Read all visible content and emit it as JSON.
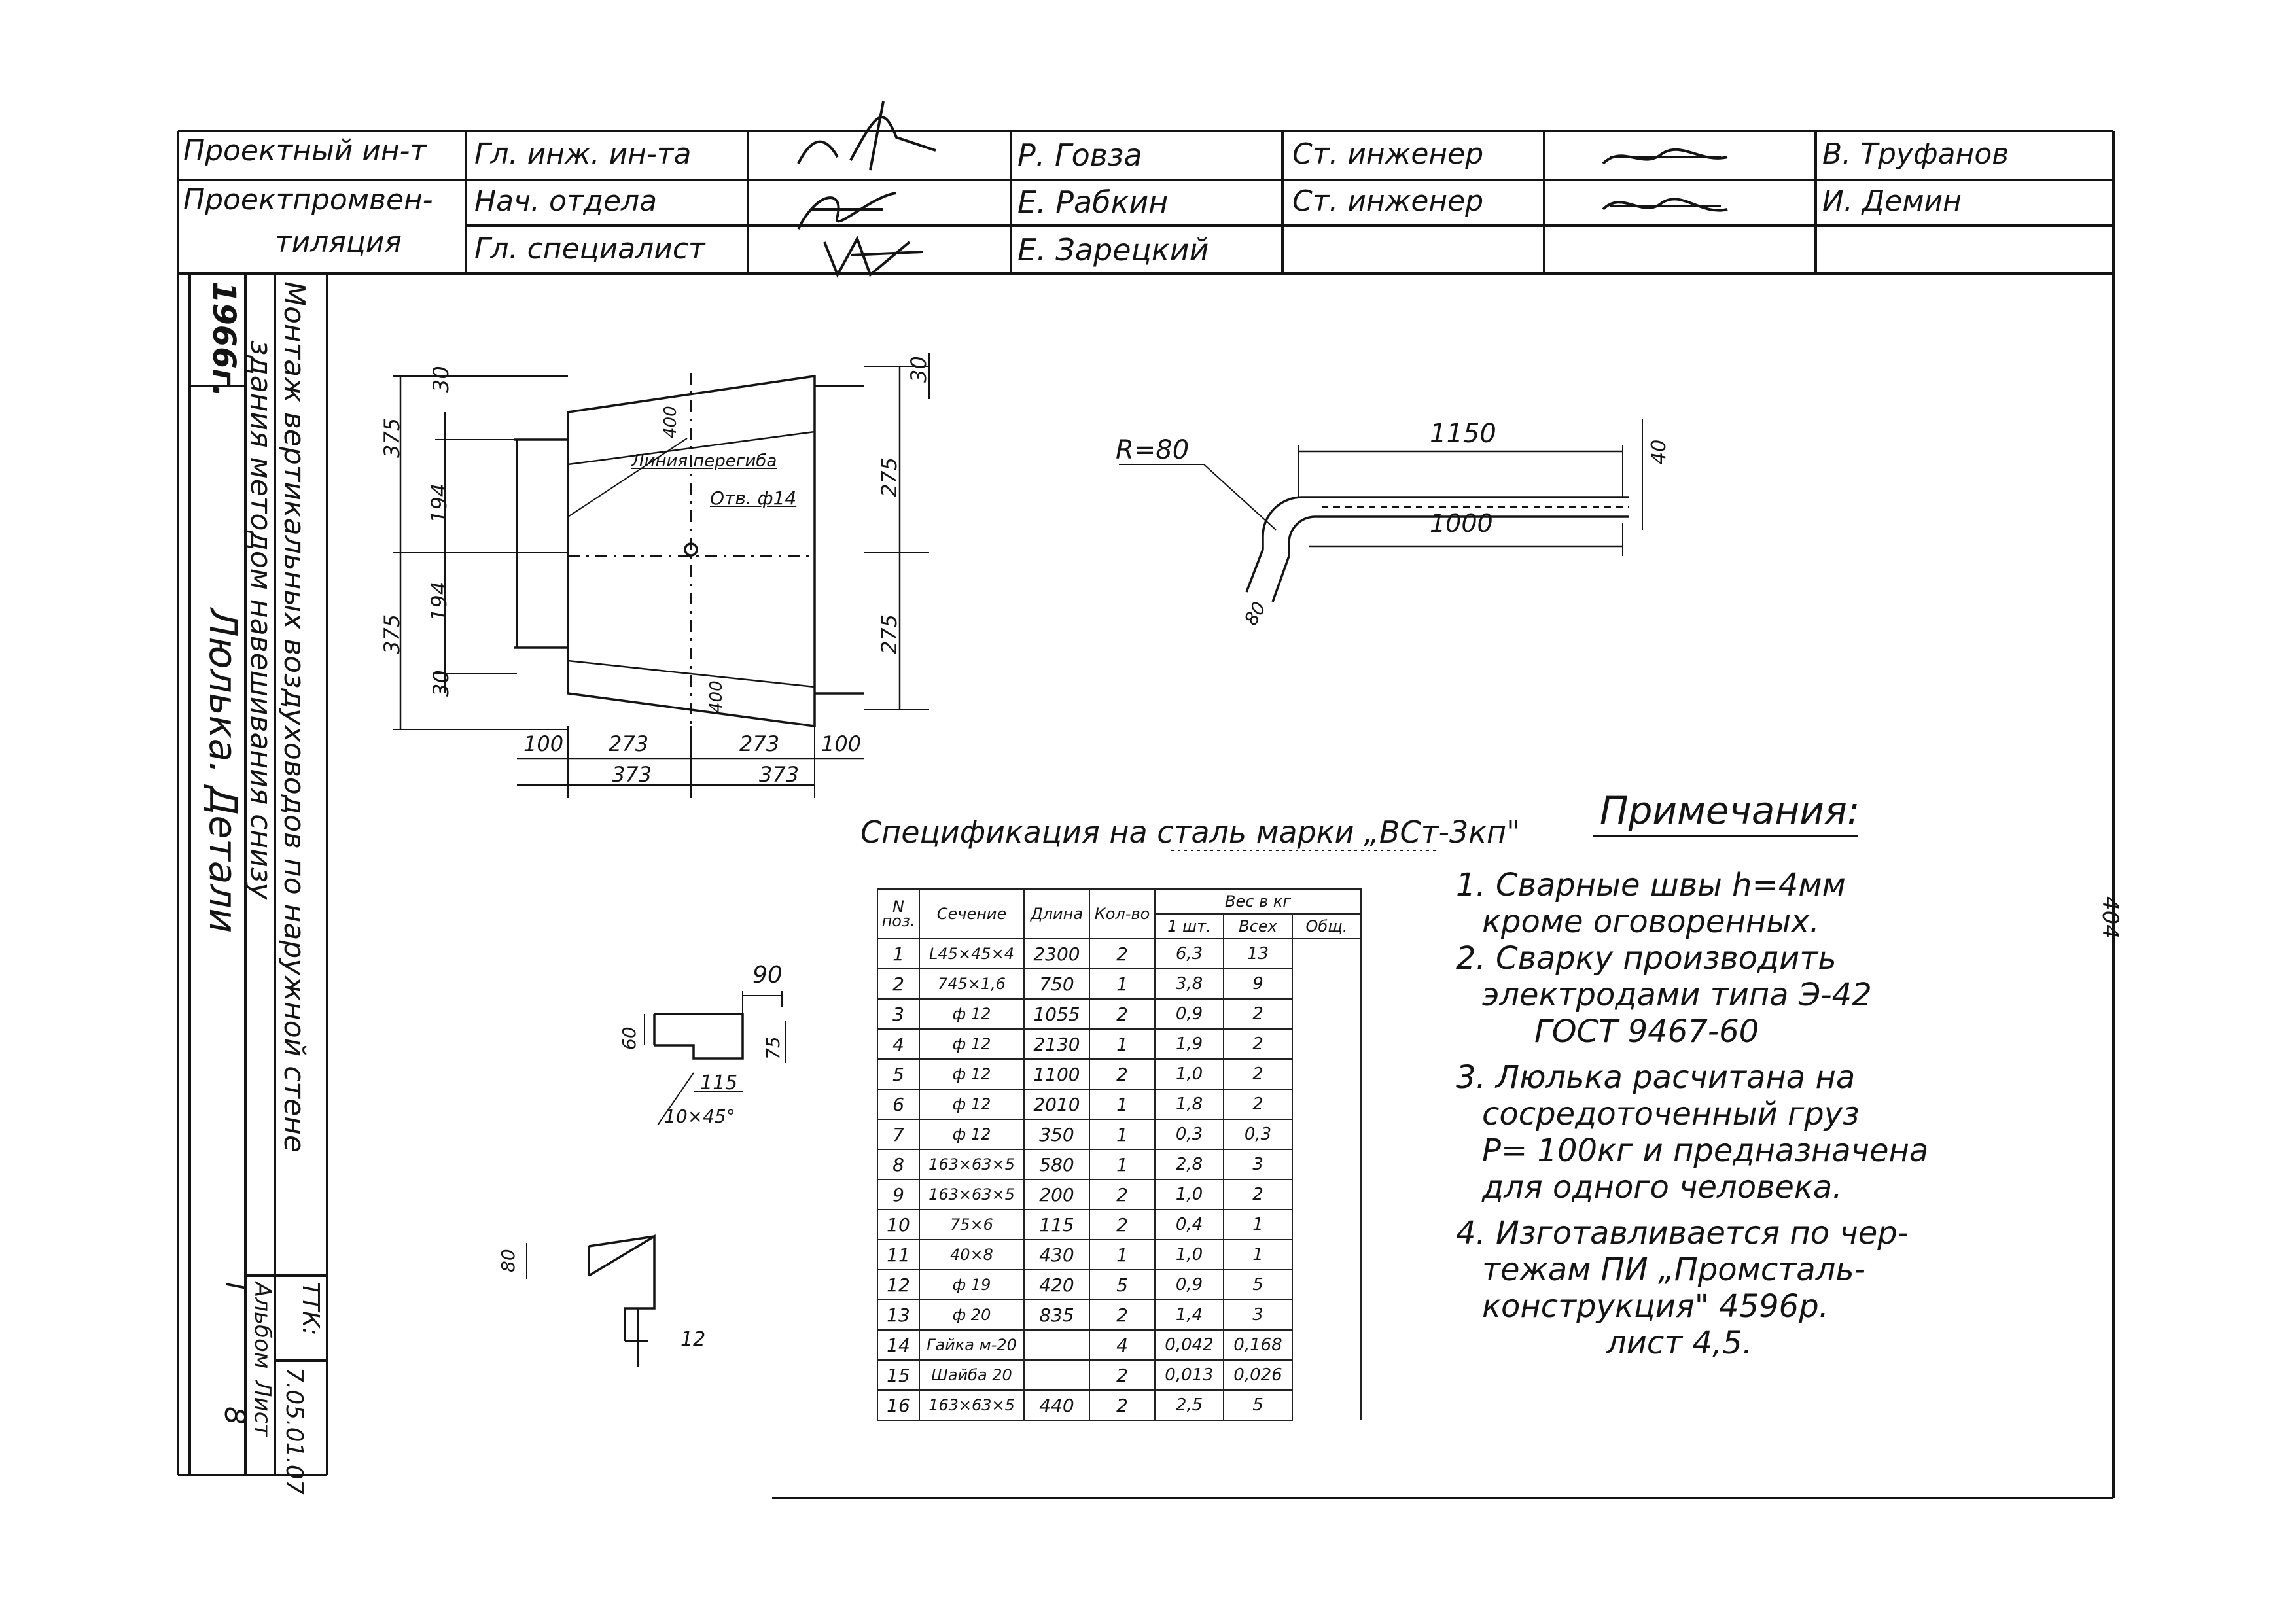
{
  "title_block": {
    "institute_line1": "Проектный ин-т",
    "institute_line2": "Проектпромвен-",
    "institute_line3": "тиляция",
    "rows": [
      {
        "role": "Гл. инж. ин-та",
        "name": "Р. Говза",
        "role2": "Ст. инженер",
        "name2": "В. Труфанов"
      },
      {
        "role": "Нач. отдела",
        "name": "Е. Рабкин",
        "role2": "Ст. инженер",
        "name2": "И. Демин"
      },
      {
        "role": "Гл. специалист",
        "name": "Е. Зарецкий",
        "role2": "",
        "name2": ""
      }
    ]
  },
  "side_block": {
    "year": "1966г.",
    "title_line1": "Монтаж вертикальных воздуховодов по наружной стене",
    "title_line2": "здания методом навешивания снизу",
    "sheet_title": "Люлька. Детали",
    "code": "7.05.01.07",
    "code_prefix": "ТТК:",
    "album_label": "Альбом",
    "sheet_label": "Лист",
    "album": "I",
    "sheet": "8"
  },
  "drawing1": {
    "dims": [
      "30",
      "375",
      "194",
      "194",
      "375",
      "30",
      "30",
      "275",
      "275",
      "100",
      "273",
      "273",
      "100",
      "373",
      "373",
      "400",
      "400"
    ],
    "bend_label": "Линия перегиба",
    "hole_label": "Отв. ф14"
  },
  "drawing2": {
    "radius": "R=80",
    "len_outer": "1150",
    "len_inner": "1000",
    "height": "40",
    "end": "80"
  },
  "drawing3": {
    "dims": [
      "90",
      "60",
      "75",
      "115",
      "10×45°"
    ]
  },
  "drawing4": {
    "dims": [
      "80",
      "12"
    ]
  },
  "spec": {
    "title": "Спецификация на сталь марки „ВСт-3кп\"",
    "headers": {
      "pos": "N поз.",
      "section": "Сечение",
      "length": "Длина",
      "qty": "Кол-во",
      "weight": "Вес в кг",
      "w_one": "1 шт.",
      "w_all": "Всех",
      "w_total": "Общ."
    },
    "rows": [
      {
        "pos": "1",
        "section": "L45×45×4",
        "length": "2300",
        "qty": "2",
        "w_one": "6,3",
        "w_all": "13"
      },
      {
        "pos": "2",
        "section": "745×1,6",
        "length": "750",
        "qty": "1",
        "w_one": "3,8",
        "w_all": "9"
      },
      {
        "pos": "3",
        "section": "ф 12",
        "length": "1055",
        "qty": "2",
        "w_one": "0,9",
        "w_all": "2"
      },
      {
        "pos": "4",
        "section": "ф 12",
        "length": "2130",
        "qty": "1",
        "w_one": "1,9",
        "w_all": "2"
      },
      {
        "pos": "5",
        "section": "ф 12",
        "length": "1100",
        "qty": "2",
        "w_one": "1,0",
        "w_all": "2"
      },
      {
        "pos": "6",
        "section": "ф 12",
        "length": "2010",
        "qty": "1",
        "w_one": "1,8",
        "w_all": "2"
      },
      {
        "pos": "7",
        "section": "ф 12",
        "length": "350",
        "qty": "1",
        "w_one": "0,3",
        "w_all": "0,3"
      },
      {
        "pos": "8",
        "section": "163×63×5",
        "length": "580",
        "qty": "1",
        "w_one": "2,8",
        "w_all": "3"
      },
      {
        "pos": "9",
        "section": "163×63×5",
        "length": "200",
        "qty": "2",
        "w_one": "1,0",
        "w_all": "2"
      },
      {
        "pos": "10",
        "section": "75×6",
        "length": "115",
        "qty": "2",
        "w_one": "0,4",
        "w_all": "1"
      },
      {
        "pos": "11",
        "section": "40×8",
        "length": "430",
        "qty": "1",
        "w_one": "1,0",
        "w_all": "1"
      },
      {
        "pos": "12",
        "section": "ф 19",
        "length": "420",
        "qty": "5",
        "w_one": "0,9",
        "w_all": "5"
      },
      {
        "pos": "13",
        "section": "ф 20",
        "length": "835",
        "qty": "2",
        "w_one": "1,4",
        "w_all": "3"
      },
      {
        "pos": "14",
        "section": "Гайка м-20",
        "length": "",
        "qty": "4",
        "w_one": "0,042",
        "w_all": "0,168"
      },
      {
        "pos": "15",
        "section": "Шайба 20",
        "length": "",
        "qty": "2",
        "w_one": "0,013",
        "w_all": "0,026"
      },
      {
        "pos": "16",
        "section": "163×63×5",
        "length": "440",
        "qty": "2",
        "w_one": "2,5",
        "w_all": "5"
      }
    ]
  },
  "notes": {
    "heading": "Примечания:",
    "lines": [
      "1. Сварные швы h=4мм",
      "кроме оговоренных.",
      "2. Сварку производить",
      "электродами типа Э-42",
      "ГОСТ 9467-60",
      "3. Люлька расчитана на",
      "сосредоточенный груз",
      "Р= 100кг и предназначена",
      "для одного человека.",
      "4. Изготавливается по чер-",
      "тежам ПИ „Промсталь-",
      "конструкция\" 4596р.",
      "лист 4,5."
    ]
  },
  "side_mark": "404",
  "colors": {
    "ink": "#141414",
    "paper": "#ffffff"
  }
}
